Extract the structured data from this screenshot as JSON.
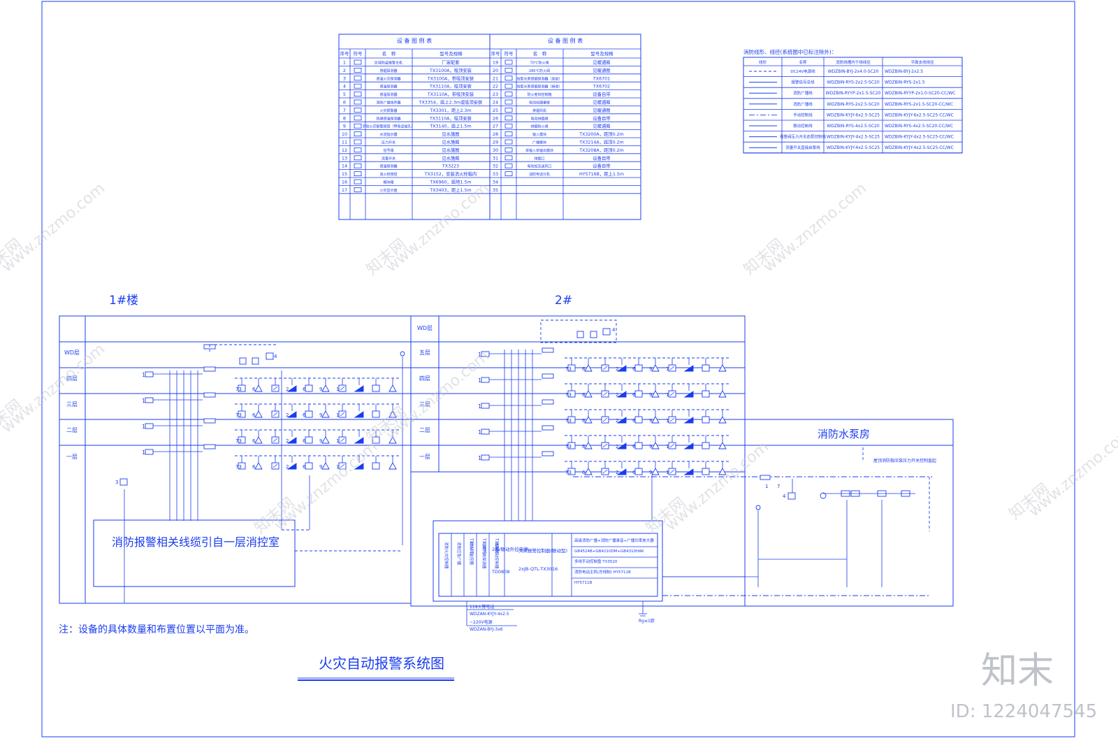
{
  "colors": {
    "line": "#1a3cf0",
    "watermark": "#c8cbd2",
    "background": "#ffffff"
  },
  "legend_left": {
    "title": "设 备 图 例 表",
    "headers": [
      "序号",
      "符号",
      "名　称",
      "型号及规格"
    ],
    "rows": [
      [
        "1",
        "区域防盗报警主机",
        "厂家配套"
      ],
      [
        "2",
        "感烟探测器",
        "TX3100A，吸顶安装"
      ],
      [
        "3",
        "感温火灾探测器",
        "TX3100A，带吸顶安装"
      ],
      [
        "4",
        "感温探测器",
        "TX3110A，吸顶安装"
      ],
      [
        "5",
        "感温探测器",
        "TX3110A，带吸顶安装"
      ],
      [
        "6",
        "消防广播扬声器",
        "TX3354，距上2.3m或吸顶安装"
      ],
      [
        "7",
        "火灾报警器",
        "TX3301，距上2.3m"
      ],
      [
        "8",
        "防爆感温探测器",
        "TX3110A，吸顶安装"
      ],
      [
        "9",
        "手动火灾报警按钮（带电话插孔）",
        "TX3140，距上1.5m"
      ],
      [
        "10",
        "水流指示器",
        "见水施图"
      ],
      [
        "11",
        "压力开关",
        "见水施图"
      ],
      [
        "12",
        "信号阀",
        "见水施图"
      ],
      [
        "13",
        "流量开关",
        "见水施图"
      ],
      [
        "14",
        "感温探测器",
        "TX3223"
      ],
      [
        "15",
        "消火栓按钮",
        "TX3152，安装消火栓箱内"
      ],
      [
        "16",
        "模块箱",
        "TX6960，距地1.5m"
      ],
      [
        "17",
        "火灾显示盘",
        "TX3403，距上1.5m"
      ]
    ]
  },
  "legend_right": {
    "title": "设 备 图 例 表",
    "headers": [
      "序号",
      "符号",
      "名　称",
      "型号及规格"
    ],
    "rows": [
      [
        "19",
        "70℃防火阀",
        "见暖通图"
      ],
      [
        "20",
        "280℃防火阀",
        "见暖通图"
      ],
      [
        "21",
        "线型光束感烟探测器（发射）",
        "TX6701"
      ],
      [
        "22",
        "线型光束感烟探测器（接收）",
        "TX6702"
      ],
      [
        "23",
        "防火卷帘控制箱",
        "设备自带"
      ],
      [
        "24",
        "电动挡烟垂壁",
        "见暖通图"
      ],
      [
        "25",
        "排烟风机",
        "见暖通图"
      ],
      [
        "26",
        "电动排烟阀",
        "设备自带"
      ],
      [
        "27",
        "排烟防火阀",
        "见暖通图"
      ],
      [
        "28",
        "输入模块",
        "TX3200A，距顶0.2m"
      ],
      [
        "29",
        "广播模块",
        "TX3214A，距顶0.2m"
      ],
      [
        "30",
        "单输入单输出模块",
        "TX3208A，距顶0.2m"
      ],
      [
        "31",
        "排烟口",
        "设备自带"
      ],
      [
        "32",
        "电动加压送风口",
        "设备自带"
      ],
      [
        "33",
        "消防电话分机",
        "HY5716B，距上1.5m"
      ],
      [
        "34",
        "",
        ""
      ],
      [
        "35",
        "",
        ""
      ]
    ]
  },
  "cable_table": {
    "title": "消防线形、线径(系统图中已标注除外)：",
    "headers": [
      "线形",
      "名称",
      "消防线槽内干线线径",
      "平面支线线径"
    ],
    "rows": [
      [
        "DC24V电源线",
        "WDZBIN-BYJ-2x4.0-SC20",
        "WDZBIN-BYJ-2x2.5"
      ],
      [
        "报警信号总线",
        "WDZBIN-RYS-2x2.5-SC20",
        "WDZBIN-RYS-2x1.5"
      ],
      [
        "消防广播线",
        "WDZBIN-RYYP-2x1.5-SC20",
        "WDZBIN-RYYP-2x1.0-SC20-CC/WC"
      ],
      [
        "消防广播线",
        "WDZBIN-RYS-2x2.5-SC20",
        "WDZBIN-RYS-2x1.5-SC20-CC/WC"
      ],
      [
        "手动控制线",
        "WDZBIN-KYJY-6x2.5-SC25",
        "WDZBIN-KYJY-6x2.5-SC25-CC/WC"
      ],
      [
        "联动控制线",
        "WDZBIN-RYS-4x2.5-SC20",
        "WDZBIN-RYS-4x2.5-SC20-CC/WC"
      ],
      [
        "报警阀压力开关启泵控制线",
        "WDZBIN-KYJY-4x2.5-SC25",
        "WDZBIN-KYJY-4x2.5-SC25-CC/WC"
      ],
      [
        "流量开关直接启泵线",
        "WDZBIN-KYJY-4x2.5-SC25",
        "WDZBIN-KYJY-4x2.5-SC25-CC/WC"
      ]
    ],
    "brace_note": "SC20-CC/WC"
  },
  "building1": {
    "title": "1#楼",
    "floors": [
      "WD层",
      "四层",
      "三层",
      "二层",
      "一层"
    ],
    "control_room_note": "消防报警相关线缆引自一层消控室"
  },
  "building2": {
    "title": "2#",
    "floors": [
      "WD层",
      "五层",
      "四层",
      "三层",
      "二层",
      "一层"
    ]
  },
  "pump_room": {
    "title": "消防水泵房",
    "note": "屋顶消防稳压泵压力开关控制直起"
  },
  "control_panel": {
    "cells": [
      "消防火灾控制器",
      "消防应急广播",
      "防火门监控器",
      "可燃气体探测器",
      "消防联动控制器"
    ],
    "models": [
      "TX3500",
      "TX3005",
      "TX6800"
    ],
    "power_title": "24V联动外控电源",
    "power_model": "TD0808",
    "controller_title": "火灾报警控制器(联动型)",
    "controller_model": "2xJB-QTL-TX3016",
    "right_lines": [
      "高级消防广播+消防广播录音+广播功率放大器",
      "GB4524B+GB4210DM+GB4310HAK",
      "多线手动控制盘 TX3520",
      "消防电话主机(总线制) HY5711B",
      "HY5711B"
    ],
    "in_cable_1_label": "119火警电话",
    "in_cable_1": "WDZAN-KYJY-4x2.5",
    "in_cable_2_label": "~220V电源",
    "in_cable_2": "WDZAN-BYJ-3x6",
    "ground": "Rg≤1欧"
  },
  "note": "注：设备的具体数量和布置位置以平面为准。",
  "drawing_title": "火灾自动报警系统图",
  "watermark": {
    "site": "www.znzmo.com",
    "brand": "知末网",
    "logo": "知末",
    "id": "ID: 1224047545"
  }
}
